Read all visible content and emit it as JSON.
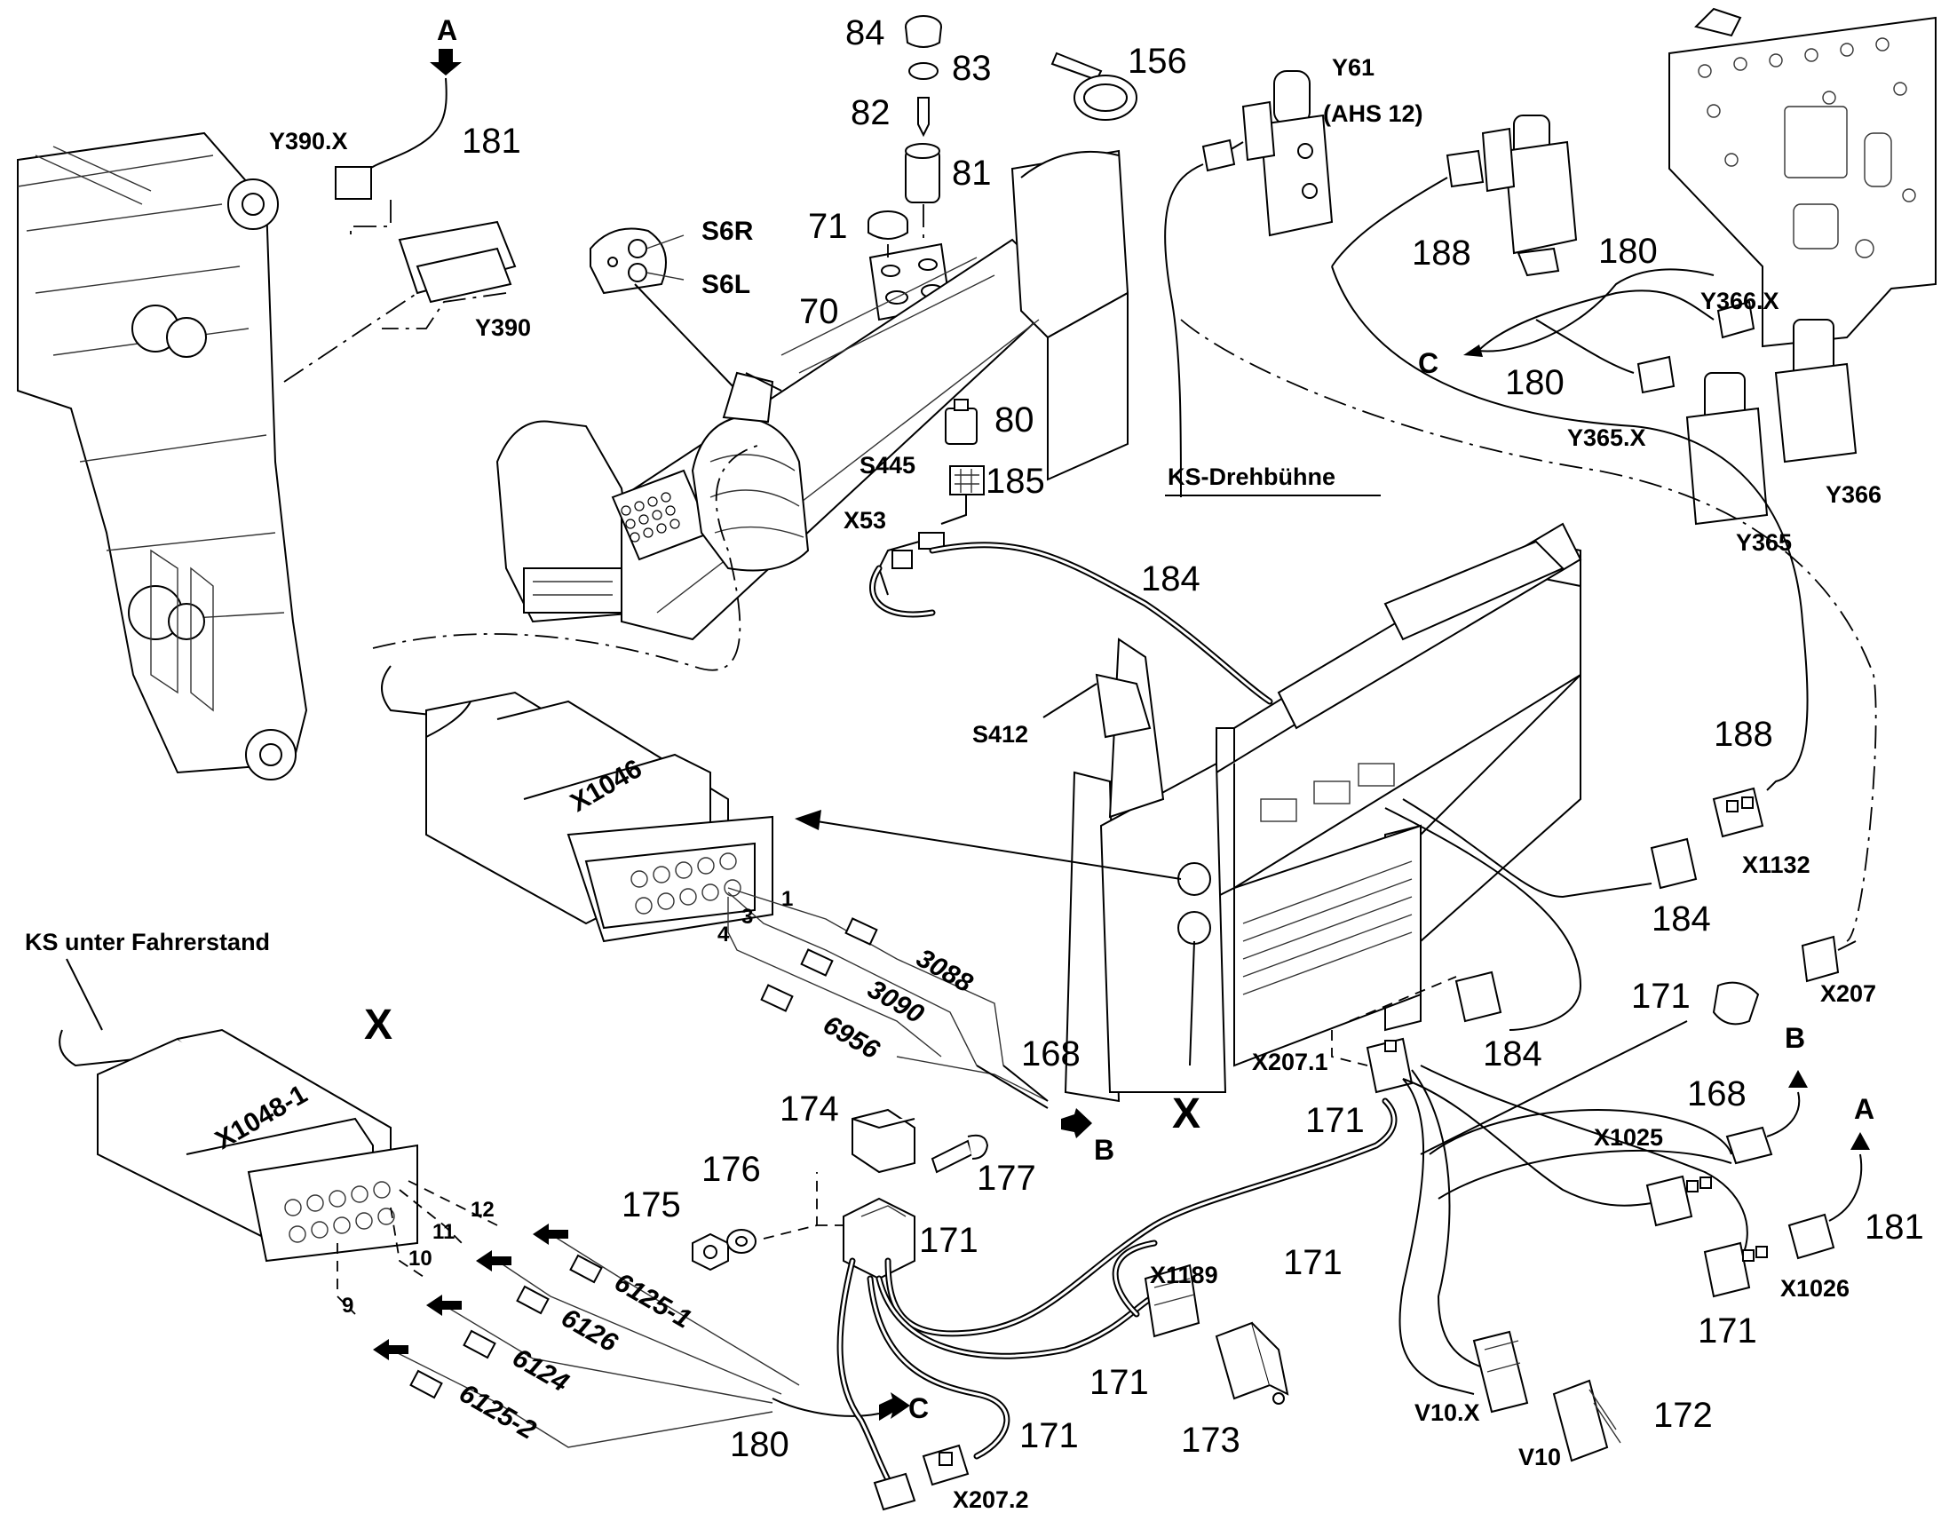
{
  "labels": {
    "A_top": "A",
    "Y390X": "Y390.X",
    "n181_top": "181",
    "Y390": "Y390",
    "n84": "84",
    "n83": "83",
    "n82": "82",
    "n81": "81",
    "n71": "71",
    "n70": "70",
    "S6R": "S6R",
    "S6L": "S6L",
    "n156": "156",
    "Y61": "Y61",
    "AHS12": "(AHS 12)",
    "n188_top": "188",
    "n180_top": "180",
    "Y366X": "Y366.X",
    "C_top": "C",
    "n180_mid": "180",
    "Y365X": "Y365.X",
    "Y366": "Y366",
    "Y365": "Y365",
    "n80": "80",
    "S445": "S445",
    "n185": "185",
    "X53": "X53",
    "KS_Drehbuehne": "KS-Drehbühne",
    "n184_top": "184",
    "S412": "S412",
    "X1046": "X1046",
    "n188_right": "188",
    "X1132": "X1132",
    "n184_right": "184",
    "X207": "X207",
    "n171_right": "171",
    "KS_unter": "KS unter Fahrerstand",
    "X_big": "X",
    "w1": "1",
    "w3": "3",
    "w4": "4",
    "wire3088": "3088",
    "wire3090": "3090",
    "wire6956": "6956",
    "n168_mid": "168",
    "B_mid": "B",
    "X_mid": "X",
    "X2071": "X207.1",
    "n184_low": "184",
    "n171_mid": "171",
    "B_right": "B",
    "n168_right": "168",
    "X1025": "X1025",
    "A_right": "A",
    "n181_right": "181",
    "X1026": "X1026",
    "n171_r2": "171",
    "X10481": "X1048-1",
    "w12": "12",
    "w11": "11",
    "w10": "10",
    "w9": "9",
    "wire61251": "6125-1",
    "wire6126": "6126",
    "wire6124": "6124",
    "wire61252": "6125-2",
    "n174": "174",
    "n176": "176",
    "n175": "175",
    "n177": "177",
    "n171_relay": "171",
    "X1189": "X1189",
    "n171_centre": "171",
    "n171_x1189": "171",
    "n173": "173",
    "C_low": "C",
    "n180_low": "180",
    "n171_low": "171",
    "X2072": "X207.2",
    "V10X": "V10.X",
    "n172": "172",
    "V10": "V10"
  }
}
